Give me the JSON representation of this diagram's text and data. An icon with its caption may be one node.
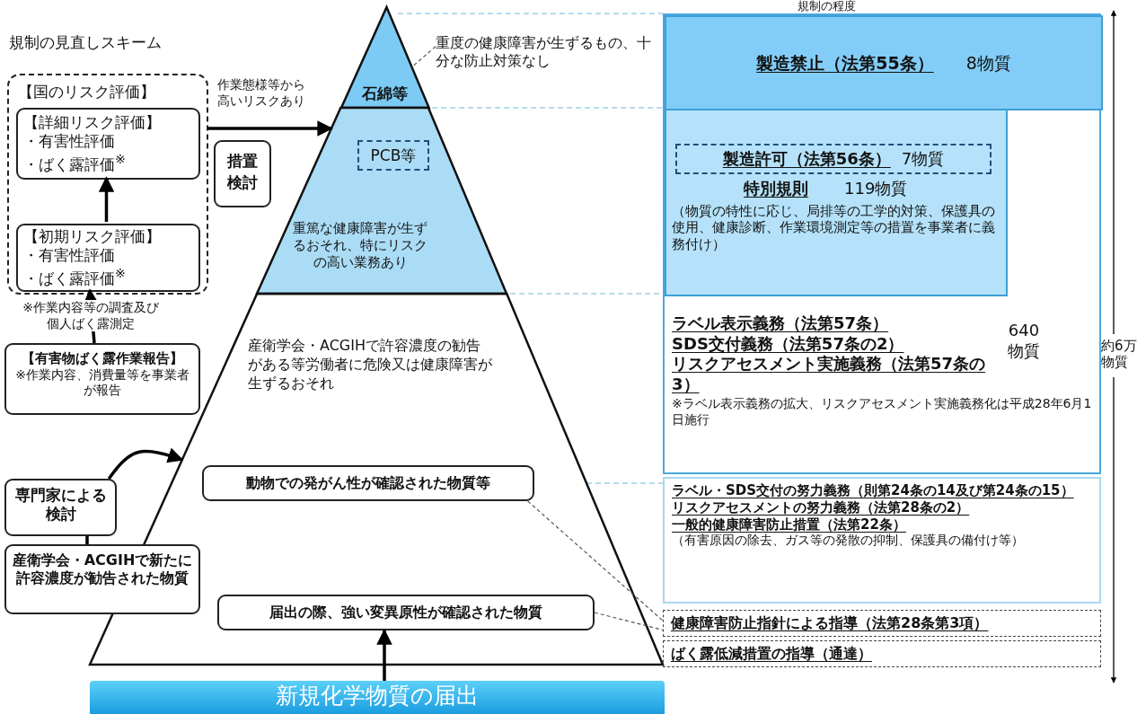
{
  "diagram": {
    "nodes": [
      {
        "text": [
          "【国のリスク評価】"
        ]
      },
      {
        "text": [
          "【詳細リスク評価】",
          "・有害性評価",
          "・ばく露評価$^{※}$"
        ],
        "in": 0
      },
      {
        "text": [
          "【初期リスク評価】",
          "・有害性評価",
          "・ばく露評価$^{※}$"
        ],
        "in": 0
      },
      {
        "text": [
          "措置検討"
        ]
      },
      {
        "text": [
          "【有害物ばく露作業報告】",
          "※作業内容、消費量等を事業者が報告"
        ]
      },
      {
        "text": [
          "専門家による検討"
        ]
      },
      {
        "text": [
          "産衛学会・ACGIHで新たに許容濃度が勧告された物質"
        ]
      },
      {
        "text": [
          "石綿等"
        ]
      },
      {
        "text": [
          "重篤な健康障害が生ずるおそれ、特にリスクの高い業務あり"
        ]
      },
      {
        "text": [
          "PCB等"
        ],
        "in": 8
      },
      {
        "text": [
          "産衛学会・ACGIHで許容濃度の勧告がある等労働者に危険又は健康障害が生ずるおそれ"
        ]
      },
      {
        "text": [
          "動物での発がん性が確認された物質等"
        ],
        "in": 10
      },
      {
        "text": [
          "届出の際、強い変異原性が確認された物質"
        ],
        "in": 10
      },
      {
        "text": [
          "重度の健康障害が生ずるもの、十分な防止対策なし"
        ]
      },
      {
        "text": [
          "新規化学物質の届出"
        ]
      },
      {
        "beside": [
          "規制の程度"
        ],
        "text": [
          "ラベル表示義務（法第57条）",
          "SDS交付義務（法第57条の2）",
          "リスクアセスメント実施義務（法第57条の3）",
          "640物質",
          "※ラベル表示義務の拡大、リスクアセスメント実施義務化は平成28年6月1日施行"
        ]
      },
      {
        "text": [
          "製造禁止（法第55条）",
          "8物質"
        ],
        "in": 15
      },
      {
        "text": [
          "特別規則",
          "119物質",
          "（物質の特性に応じ、局排等の工学的対策、保護具の使用、健康診断、作業環境測定等の措置を事業者に義務付け）"
        ],
        "in": 15
      },
      {
        "text": [
          "製造許可（法第56条）",
          "7物質"
        ],
        "in": 17
      },
      {
        "text": [
          "ラベル・SDS交付の努力義務（則第24条の14及び第24条の15）",
          "リスクアセスメントの努力義務（法第28条の2）",
          "一般的健康障害防止措置（法第22条）",
          "（有害原因の除去、ガス等の発散の抑制、保護具の備付け等）"
        ]
      },
      {
        "text": [
          "健康障害防止指針による指導（法第28条第3項）"
        ]
      },
      {
        "text": [
          "ばく露低減措置の指導（通達）"
        ]
      }
    ],
    "edges": [
      {
        "from": 4,
        "to": 2,
        "arrow": "to",
        "label": "※作業内容等の調査及び個人ばく露測定"
      },
      {
        "from": 2,
        "to": 1,
        "arrow": "to"
      },
      {
        "from": 0,
        "to": 8,
        "arrow": "to",
        "label": "作業態様等から高いリスクあり"
      },
      {
        "from": 6,
        "to": 5,
        "arrow": "none"
      },
      {
        "from": 5,
        "to": 10,
        "arrow": "to"
      },
      {
        "from": 13,
        "to": 7,
        "arrow": "none",
        "style": "dashed",
        "color": "#555555"
      },
      {
        "from": 11,
        "to": 20,
        "arrow": "none",
        "style": "dashed",
        "color": "#555555"
      },
      {
        "from": 12,
        "to": 20,
        "arrow": "none",
        "style": "dashed",
        "color": "#555555"
      },
      {
        "from": 14,
        "to": 12,
        "arrow": "to"
      }
    ],
    "labels": [
      "規制の見直しスキーム",
      "約6万物質"
    ]
  }
}
